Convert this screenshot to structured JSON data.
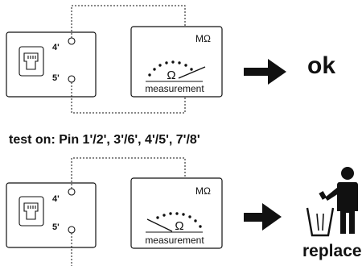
{
  "top_panel": {
    "pin_labels": [
      "4'",
      "5'"
    ],
    "meter": {
      "unit": "MΩ",
      "symbol": "Ω",
      "caption": "measurement"
    },
    "result": "ok"
  },
  "instruction": "test on: Pin 1'/2', 3'/6', 4'/5', 7'/8'",
  "bottom_panel": {
    "pin_labels": [
      "4'",
      "5'"
    ],
    "meter": {
      "unit": "MΩ",
      "symbol": "Ω",
      "caption": "measurement"
    },
    "result": "replace"
  }
}
